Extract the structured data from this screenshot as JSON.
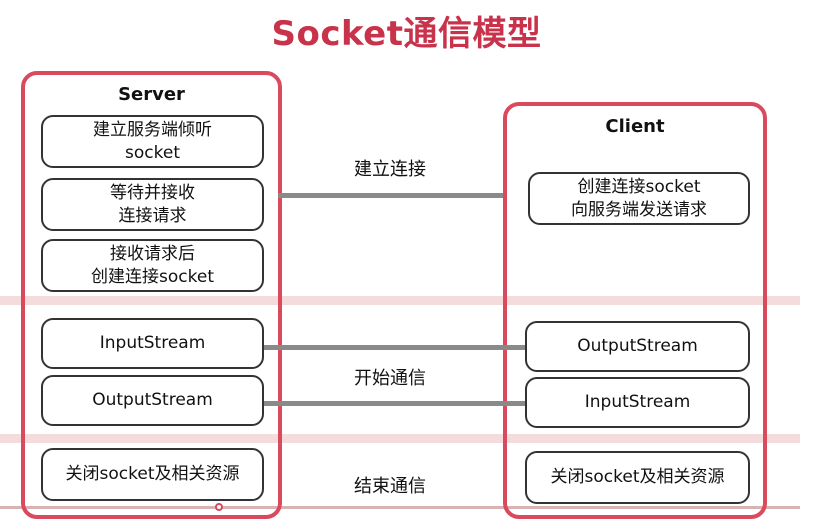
{
  "title": "Socket通信模型",
  "server": {
    "title": "Server",
    "boxes": [
      {
        "line1": "建立服务端倾听",
        "line2": "socket"
      },
      {
        "line1": "等待并接收",
        "line2": "连接请求"
      },
      {
        "line1": "接收请求后",
        "line2": "创建连接socket"
      },
      {
        "line1": "InputStream",
        "line2": ""
      },
      {
        "line1": "OutputStream",
        "line2": ""
      },
      {
        "line1": "关闭socket及相关资源",
        "line2": ""
      }
    ]
  },
  "client": {
    "title": "Client",
    "boxes": [
      {
        "line1": "创建连接socket",
        "line2": "向服务端发送请求"
      },
      {
        "line1": "OutputStream",
        "line2": ""
      },
      {
        "line1": "InputStream",
        "line2": ""
      },
      {
        "line1": "关闭socket及相关资源",
        "line2": ""
      }
    ]
  },
  "labels": {
    "connect": "建立连接",
    "communicate": "开始通信",
    "end": "结束通信"
  },
  "colors": {
    "title": "#c8324a",
    "panel_border": "#d94a5c",
    "band": "#f4dcdc",
    "connector": "#8a8a8a"
  }
}
